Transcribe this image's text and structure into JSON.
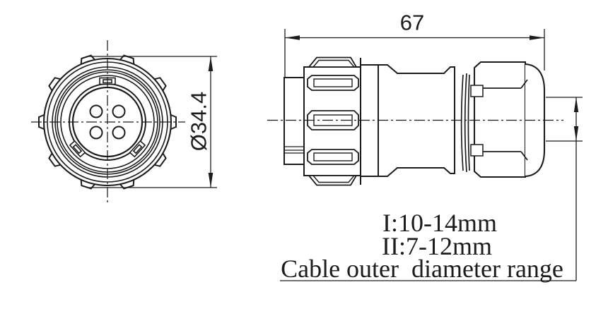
{
  "drawing": {
    "front_view": {
      "diameter_label": "Ø34.4"
    },
    "side_view": {
      "length_label": "67"
    },
    "cable_note": {
      "line1": "I:10-14mm",
      "line2": "II:7-12mm",
      "line3": "Cable outer  diameter range"
    },
    "colors": {
      "line": "#1c1c1c",
      "background": "#ffffff"
    }
  }
}
